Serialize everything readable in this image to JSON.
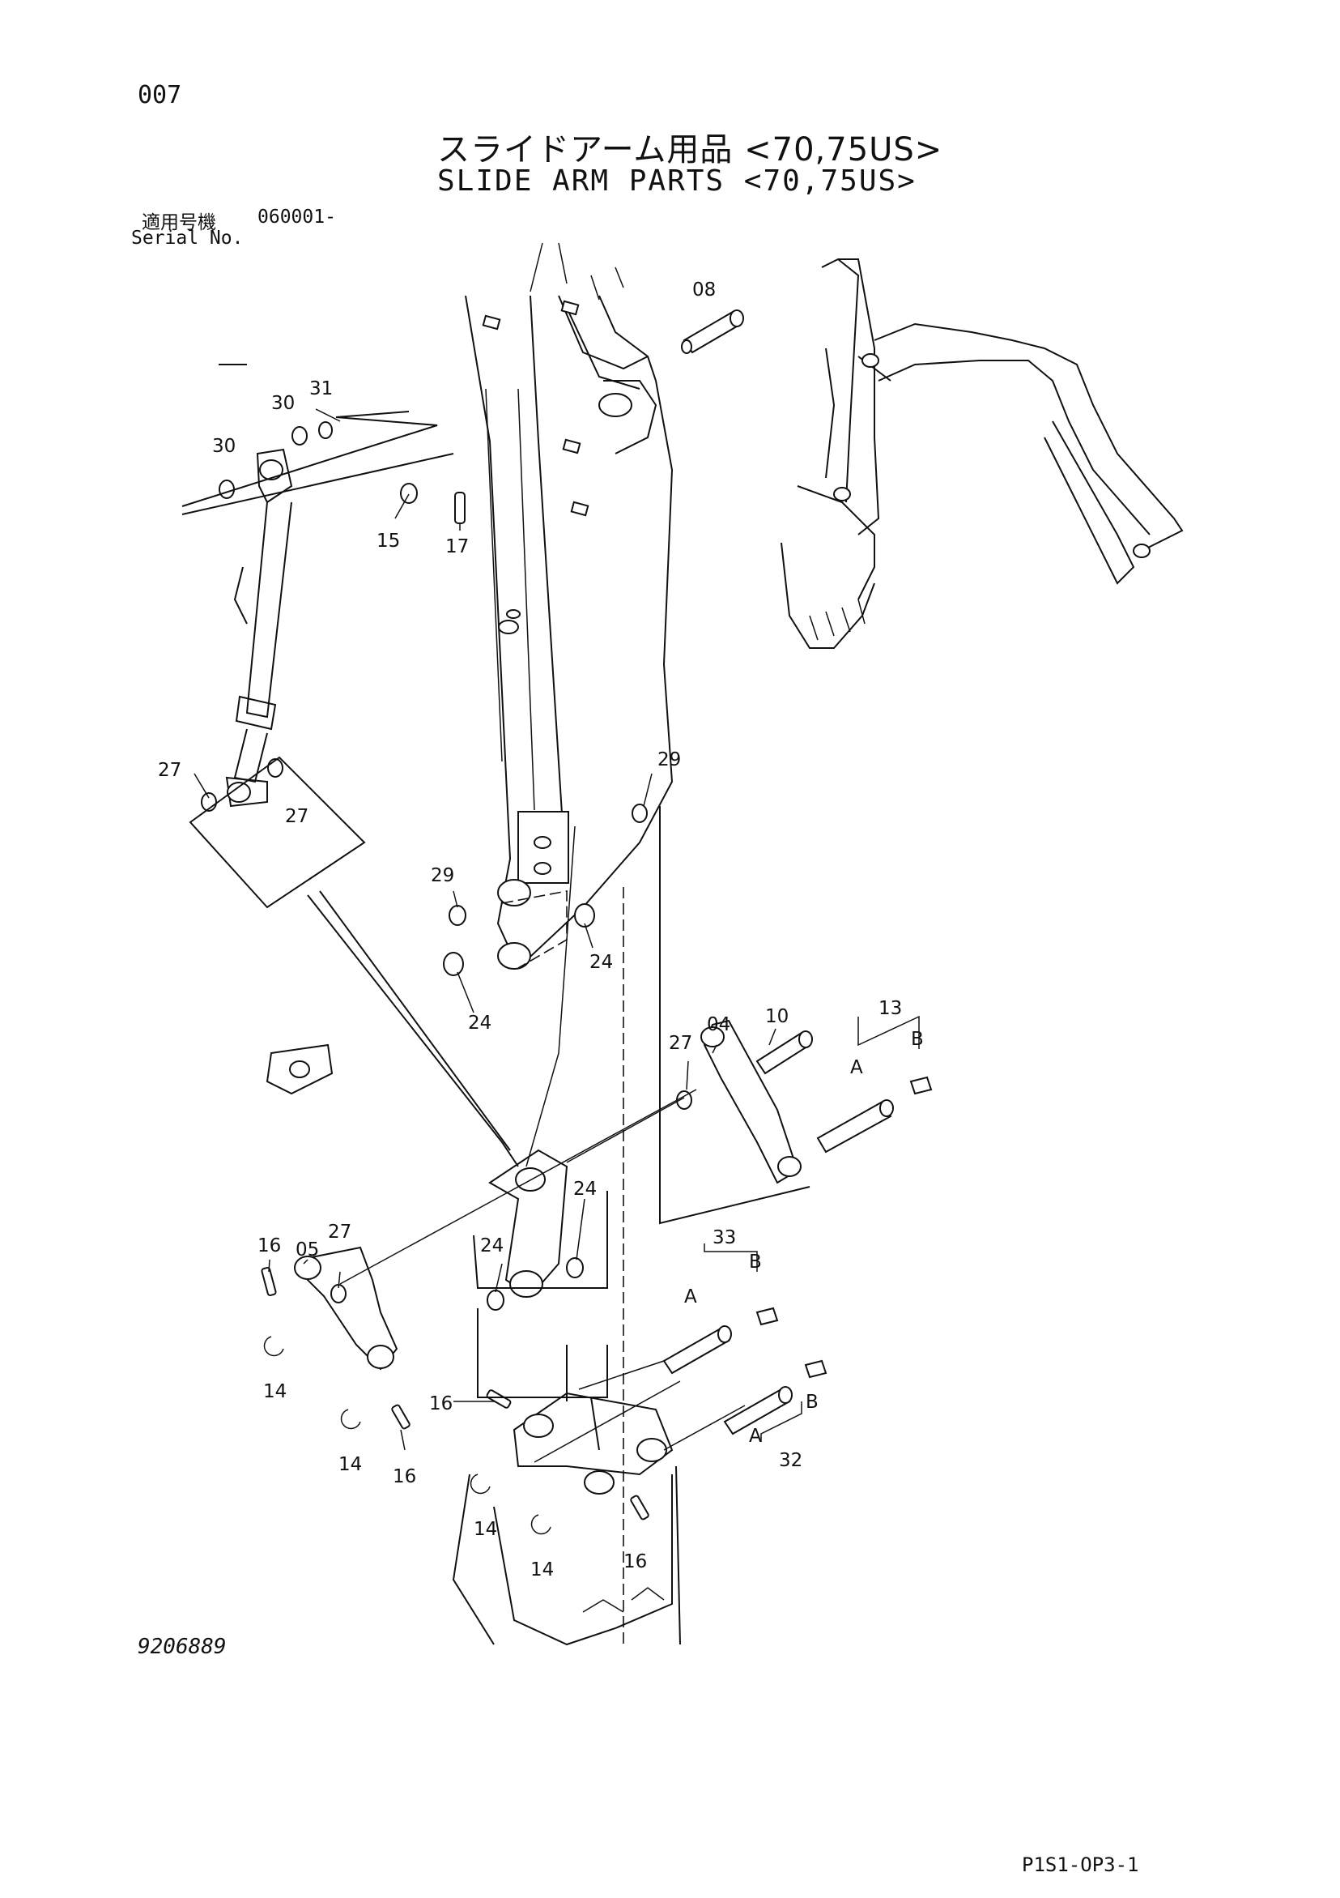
{
  "header": {
    "page_number": "007",
    "title_jp": "スライドアーム用品 <70,75US>",
    "title_en": "SLIDE ARM PARTS <70,75US>",
    "serial_label_jp": "適用号機",
    "serial_value": "060001-",
    "serial_label_en": "Serial No."
  },
  "footer": {
    "drawing_number": "9206889",
    "page_code": "P1S1-OP3-1"
  },
  "callouts": [
    "08",
    "30",
    "31",
    "30",
    "15",
    "17",
    "27",
    "27",
    "29",
    "29",
    "24",
    "24",
    "10",
    "13",
    "B",
    "A",
    "27",
    "04",
    "24",
    "24",
    "16",
    "27",
    "05",
    "14",
    "33",
    "B",
    "A",
    "14",
    "16",
    "16",
    "B",
    "A",
    "32",
    "14",
    "14",
    "16"
  ]
}
